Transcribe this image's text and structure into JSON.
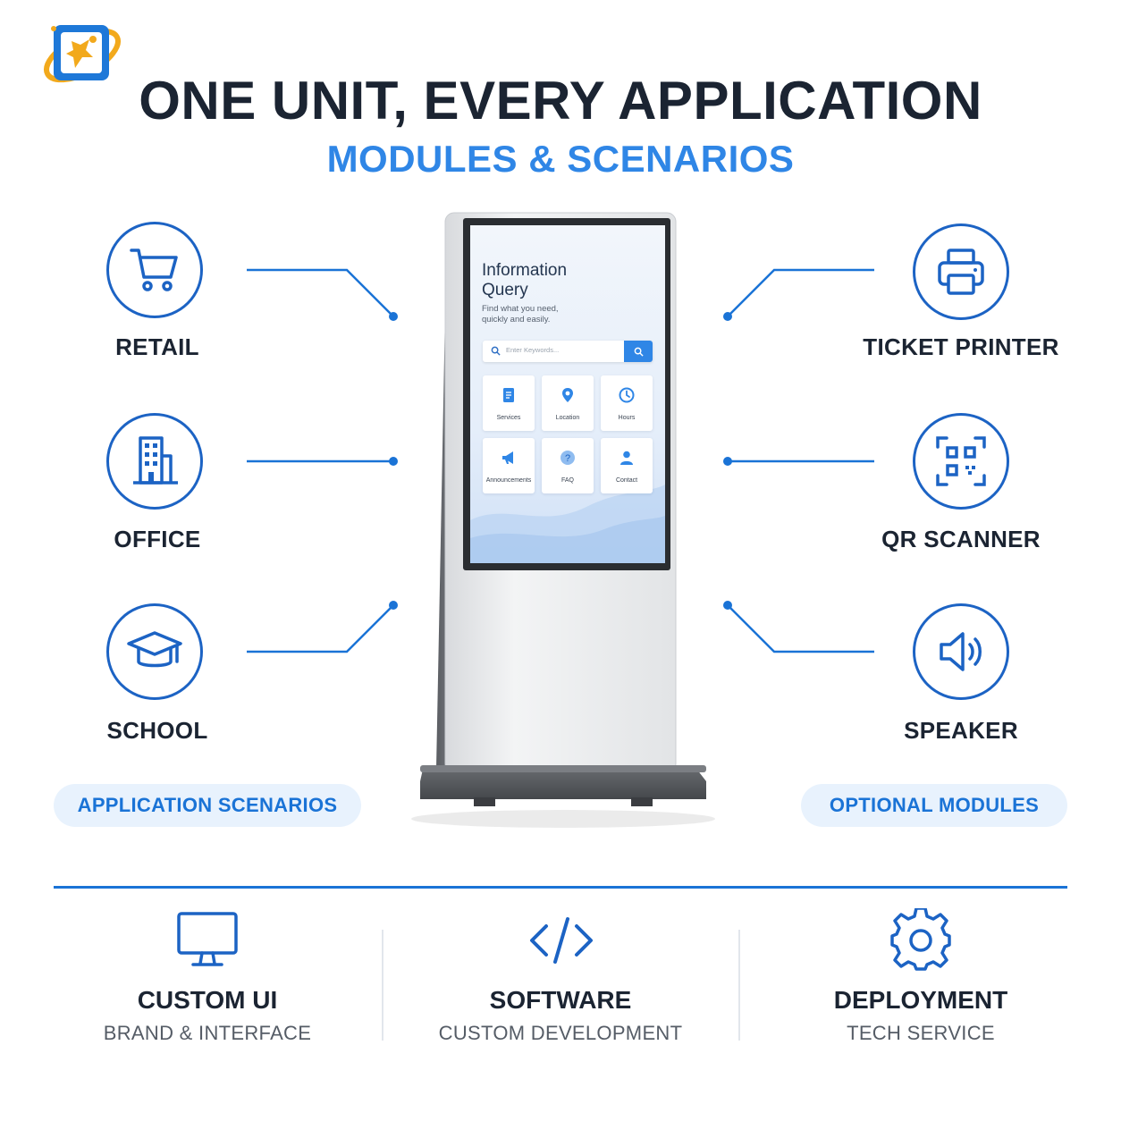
{
  "header": {
    "title": "ONE UNIT, EVERY APPLICATION",
    "subtitle": "MODULES & SCENARIOS"
  },
  "scenarios": {
    "heading": "APPLICATION SCENARIOS",
    "items": [
      {
        "label": "RETAIL",
        "icon": "shopping-cart-icon"
      },
      {
        "label": "OFFICE",
        "icon": "office-building-icon"
      },
      {
        "label": "SCHOOL",
        "icon": "graduation-cap-icon"
      }
    ]
  },
  "modules": {
    "heading": "OPTIONAL MODULES",
    "items": [
      {
        "label": "TICKET PRINTER",
        "icon": "printer-icon"
      },
      {
        "label": "QR SCANNER",
        "icon": "qr-code-icon"
      },
      {
        "label": "SPEAKER",
        "icon": "speaker-icon"
      }
    ]
  },
  "kiosk_screen": {
    "title_line1": "Information",
    "title_line2": "Query",
    "subtitle_line1": "Find what you need,",
    "subtitle_line2": "quickly and easily.",
    "search_placeholder": "Enter Keywords...",
    "tiles": [
      {
        "label": "Services",
        "icon": "document-icon"
      },
      {
        "label": "Location",
        "icon": "map-pin-icon"
      },
      {
        "label": "Hours",
        "icon": "clock-icon"
      },
      {
        "label": "Announcements",
        "icon": "megaphone-icon"
      },
      {
        "label": "FAQ",
        "icon": "question-icon"
      },
      {
        "label": "Contact",
        "icon": "user-icon"
      }
    ]
  },
  "services": [
    {
      "title": "CUSTOM UI",
      "subtitle": "BRAND & INTERFACE",
      "icon": "monitor-icon"
    },
    {
      "title": "SOFTWARE",
      "subtitle": "CUSTOM DEVELOPMENT",
      "icon": "code-icon"
    },
    {
      "title": "DEPLOYMENT",
      "subtitle": "TECH SERVICE",
      "icon": "gear-icon"
    }
  ],
  "colors": {
    "accent_blue": "#1a73d6",
    "light_blue": "#2f86e6",
    "dark_text": "#1b2432",
    "pill_bg": "#e8f2fd"
  }
}
